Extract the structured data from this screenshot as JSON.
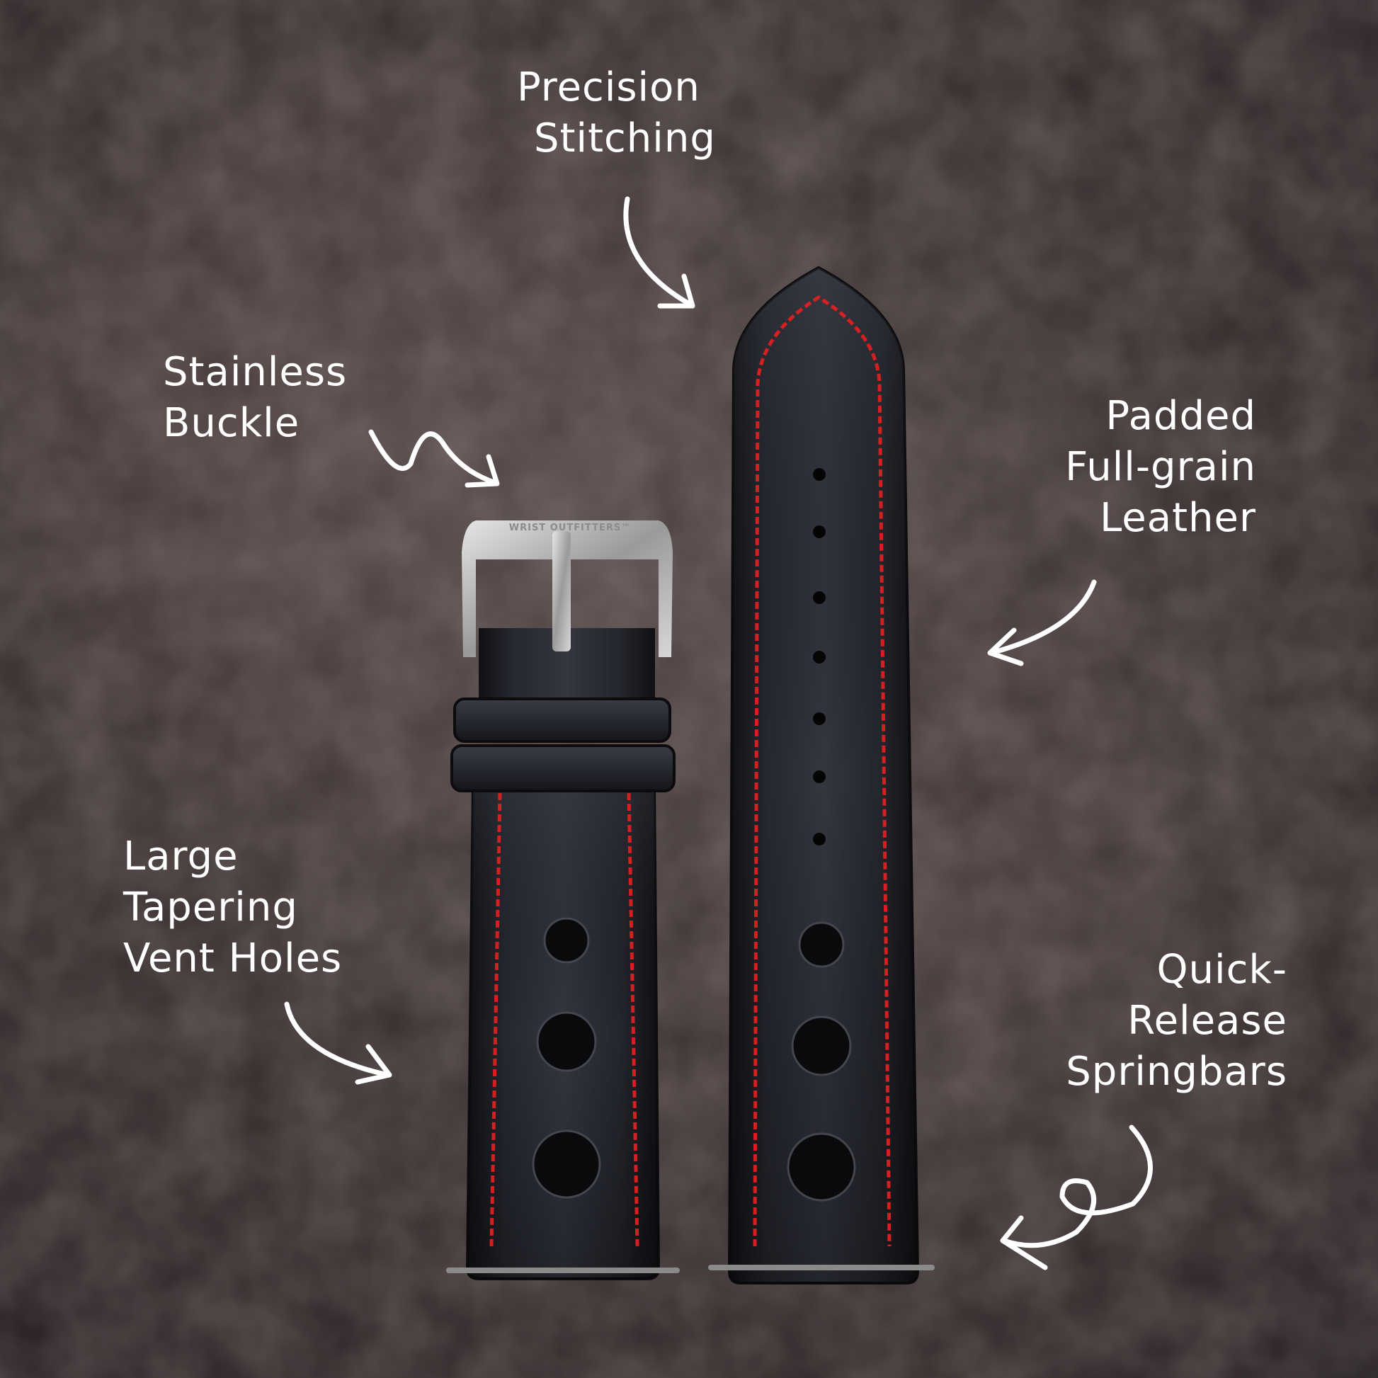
{
  "callouts": {
    "stitching": {
      "lines": [
        "Precision",
        "Stitching"
      ]
    },
    "buckle": {
      "lines": [
        "Stainless",
        "Buckle"
      ]
    },
    "leather": {
      "lines": [
        "Padded",
        "Full-grain",
        "Leather"
      ]
    },
    "vents": {
      "lines": [
        "Large",
        "Tapering",
        "Vent Holes"
      ]
    },
    "springbars": {
      "lines": [
        "Quick-",
        "Release",
        "Springbars"
      ]
    }
  },
  "buckle_logo": "WRIST OUTFITTERS™",
  "colors": {
    "leather": "#1c1d22",
    "stitch": "#d42020",
    "text": "#ffffff",
    "steel": "#c9c9c9"
  }
}
